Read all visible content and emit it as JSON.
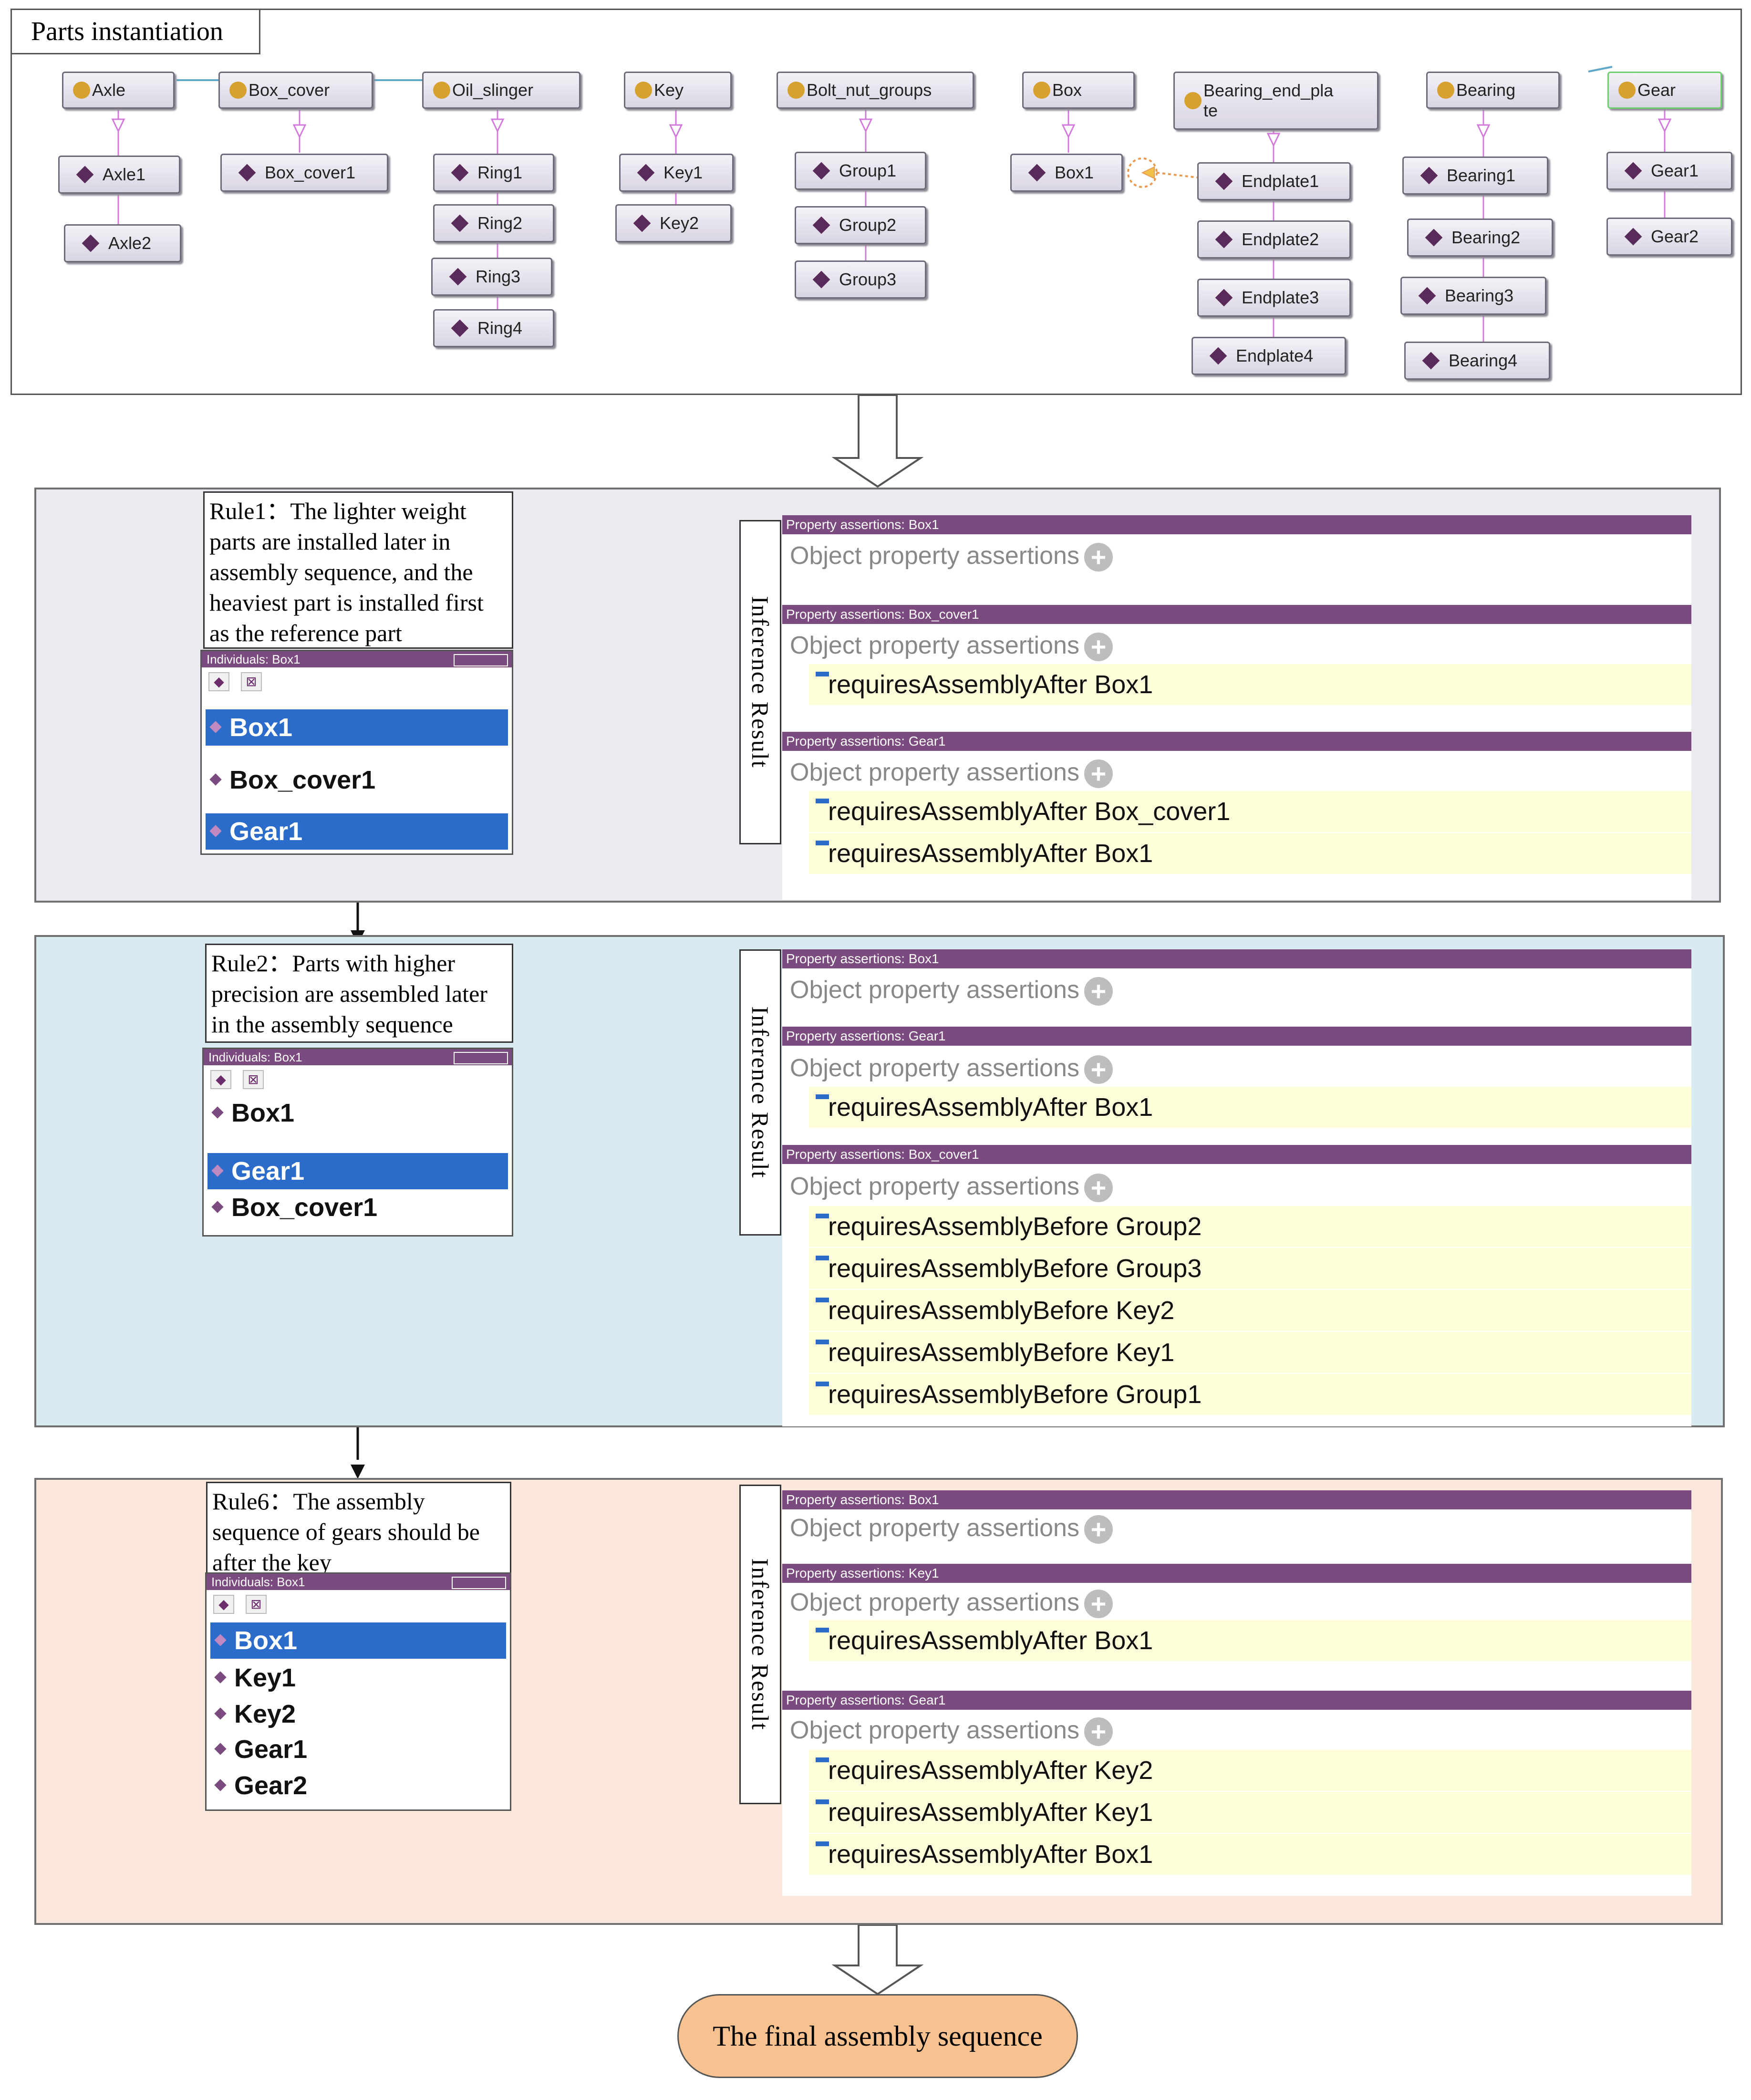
{
  "top": {
    "title": "Parts instantiation",
    "classes": [
      "Axle",
      "Box_cover",
      "Oil_slinger",
      "Key",
      "Bolt_nut_groups",
      "Box",
      "Bearing_end_pla te",
      "Bearing",
      "Gear"
    ],
    "individuals": {
      "axle": [
        "Axle1",
        "Axle2"
      ],
      "box_cover": [
        "Box_cover1"
      ],
      "oil_slinger": [
        "Ring1",
        "Ring2",
        "Ring3",
        "Ring4"
      ],
      "key": [
        "Key1",
        "Key2"
      ],
      "bolt": [
        "Group1",
        "Group2",
        "Group3"
      ],
      "box": [
        "Box1"
      ],
      "endplate": [
        "Endplate1",
        "Endplate2",
        "Endplate3",
        "Endplate4"
      ],
      "bearing": [
        "Bearing1",
        "Bearing2",
        "Bearing3",
        "Bearing4"
      ],
      "gear": [
        "Gear1",
        "Gear2"
      ]
    }
  },
  "labels": {
    "individuals_header": "Individuals: Box1",
    "object_property_assertions": "Object property assertions",
    "inference_result": "Inference Result",
    "plus": "+"
  },
  "panels": [
    {
      "rule": "Rule1：The lighter  weight parts are installed later in assembly sequence, and the heaviest part is installed first as the reference part",
      "individuals": [
        "Box1",
        "Box_cover1",
        "Gear1"
      ],
      "props": [
        {
          "header": "Property assertions: Box1",
          "rows": []
        },
        {
          "header": "Property assertions: Box_cover1",
          "rows": [
            "requiresAssemblyAfter  Box1"
          ]
        },
        {
          "header": "Property assertions: Gear1",
          "rows": [
            "requiresAssemblyAfter  Box_cover1",
            "requiresAssemblyAfter  Box1"
          ]
        }
      ]
    },
    {
      "rule": "Rule2：Parts with higher precision are assembled later in the assembly sequence",
      "individuals": [
        "Box1",
        "Gear1",
        "Box_cover1"
      ],
      "props": [
        {
          "header": "Property assertions: Box1",
          "rows": []
        },
        {
          "header": "Property assertions: Gear1",
          "rows": [
            "requiresAssemblyAfter  Box1"
          ]
        },
        {
          "header": "Property assertions: Box_cover1",
          "rows": [
            "requiresAssemblyBefore  Group2",
            "requiresAssemblyBefore  Group3",
            "requiresAssemblyBefore  Key2",
            "requiresAssemblyBefore  Key1",
            "requiresAssemblyBefore  Group1"
          ]
        }
      ]
    },
    {
      "rule": "Rule6：The assembly sequence of gears should be after the key",
      "individuals": [
        "Box1",
        "Key1",
        "Key2",
        "Gear1",
        "Gear2"
      ],
      "props": [
        {
          "header": "Property assertions: Box1",
          "rows": []
        },
        {
          "header": "Property assertions: Key1",
          "rows": [
            "requiresAssemblyAfter  Box1"
          ]
        },
        {
          "header": "Property assertions: Gear1",
          "rows": [
            "requiresAssemblyAfter  Key2",
            "requiresAssemblyAfter  Key1",
            "requiresAssemblyAfter  Box1"
          ]
        }
      ]
    }
  ],
  "final": "The final assembly sequence",
  "colors": {
    "panel1": "#eceaf1",
    "panel2": "#d9eaf2",
    "panel3": "#fbe7db",
    "purple": "#7b4a7e",
    "select": "#2b6ccb",
    "final": "#f8c290"
  }
}
